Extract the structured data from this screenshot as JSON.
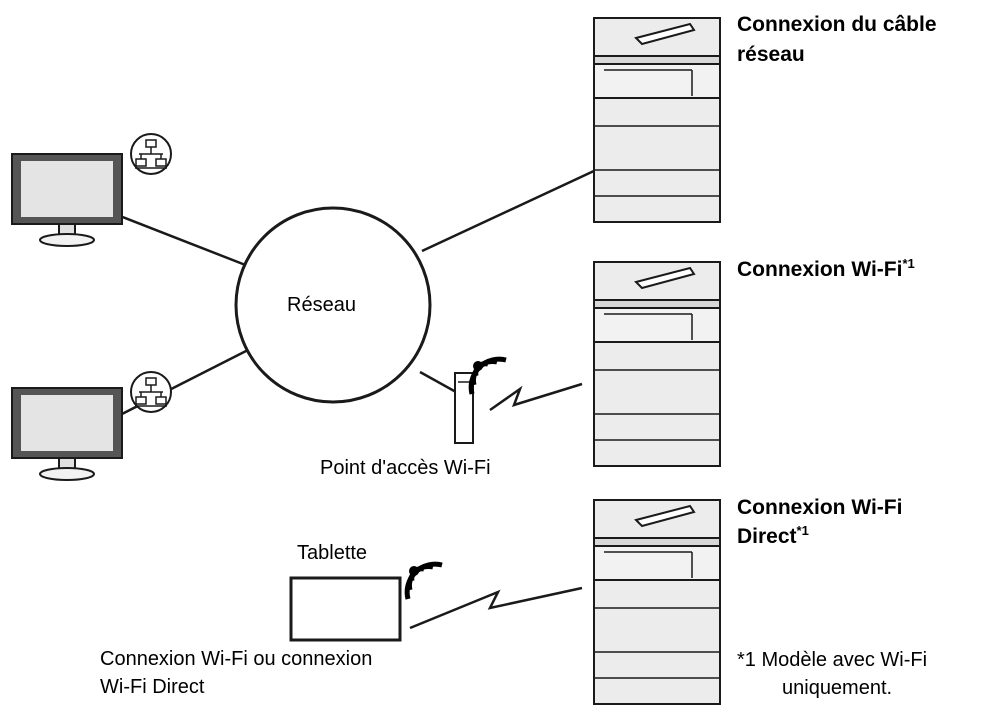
{
  "network_label": "Réseau",
  "access_point_label": "Point d'accès Wi-Fi",
  "tablet_label": "Tablette",
  "tablet_connection_line1": "Connexion Wi-Fi ou connexion",
  "tablet_connection_line2": "Wi-Fi Direct",
  "cable_title_line1": "Connexion du câble",
  "cable_title_line2": "réseau",
  "wifi_title": "Connexion Wi-Fi",
  "wifi_marker": "*1",
  "direct_title_line1": "Connexion Wi-Fi",
  "direct_title_line2": "Direct",
  "direct_marker": "*1",
  "footnote_line1": "*1 Modèle avec Wi-Fi",
  "footnote_line2": "uniquement.",
  "icons": {
    "computer": "computer-icon",
    "network": "network-icon",
    "wifi": "wifi-icon",
    "printer": "printer-icon",
    "tablet": "tablet-icon",
    "access_point": "access-point-icon"
  }
}
